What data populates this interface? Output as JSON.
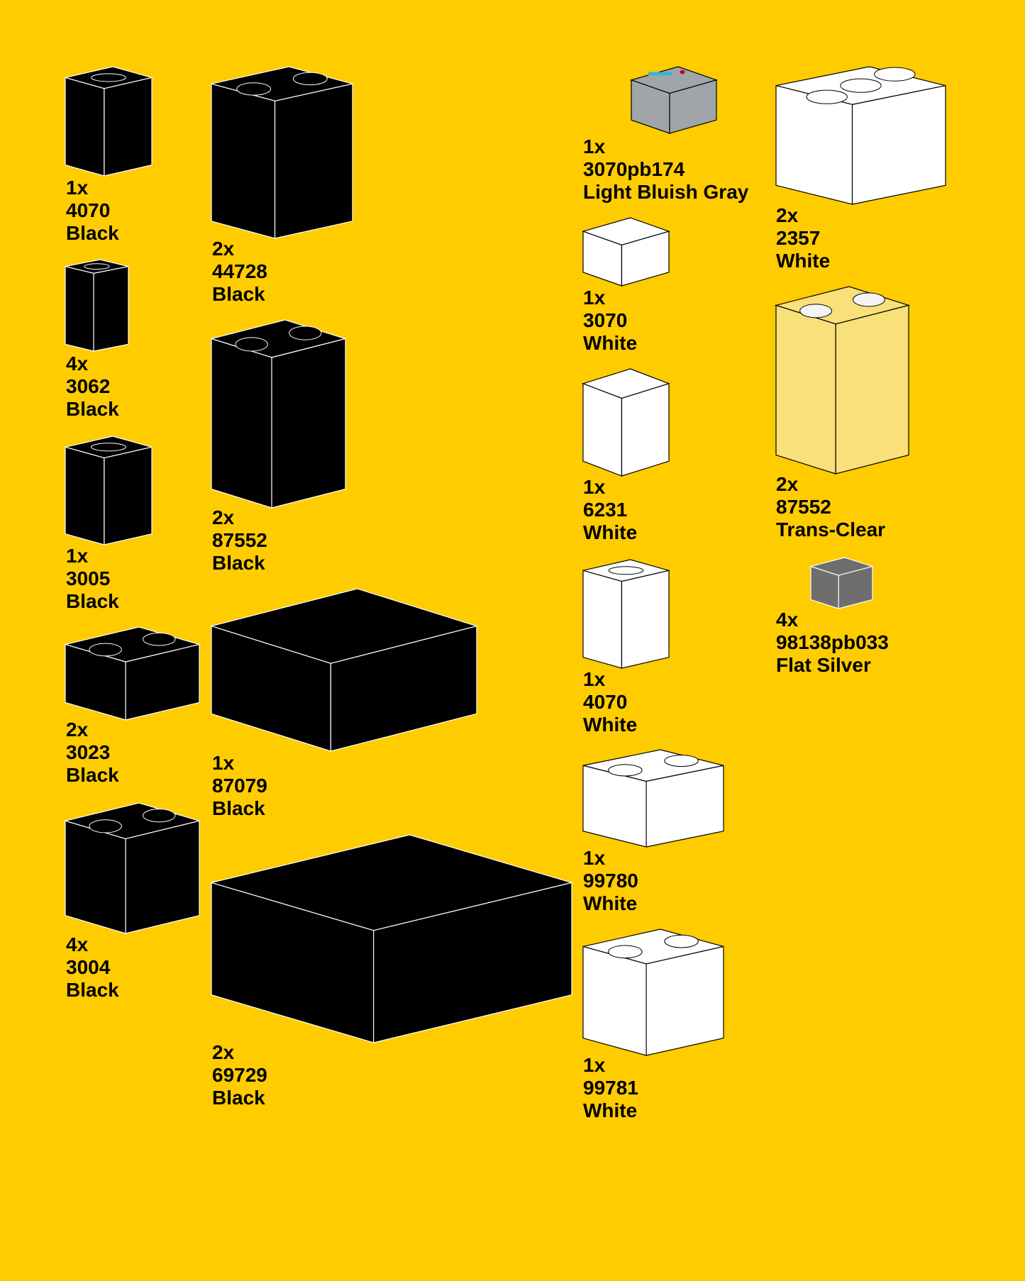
{
  "background_color": "#FFCC00",
  "parts": [
    {
      "qty": "1x",
      "id": "4070",
      "color": "Black",
      "fill": "#000000",
      "icon": "brick-1x1-headlight-icon"
    },
    {
      "qty": "4x",
      "id": "3062",
      "color": "Black",
      "fill": "#000000",
      "icon": "round-brick-icon"
    },
    {
      "qty": "1x",
      "id": "3005",
      "color": "Black",
      "fill": "#000000",
      "icon": "brick-1x1-icon"
    },
    {
      "qty": "2x",
      "id": "3023",
      "color": "Black",
      "fill": "#000000",
      "icon": "plate-1x2-icon"
    },
    {
      "qty": "4x",
      "id": "3004",
      "color": "Black",
      "fill": "#000000",
      "icon": "brick-1x2-icon"
    },
    {
      "qty": "2x",
      "id": "44728",
      "color": "Black",
      "fill": "#000000",
      "icon": "bracket-icon"
    },
    {
      "qty": "2x",
      "id": "87552",
      "color": "Black",
      "fill": "#000000",
      "icon": "panel-icon"
    },
    {
      "qty": "1x",
      "id": "87079",
      "color": "Black",
      "fill": "#000000",
      "icon": "tile-2x4-icon"
    },
    {
      "qty": "2x",
      "id": "69729",
      "color": "Black",
      "fill": "#000000",
      "icon": "tile-2x6-icon"
    },
    {
      "qty": "1x",
      "id": "3070pb174",
      "color": "Light Bluish Gray",
      "fill": "#A0A5A9",
      "icon": "calculator-tile-icon"
    },
    {
      "qty": "1x",
      "id": "3070",
      "color": "White",
      "fill": "#FFFFFF",
      "icon": "tile-1x1-icon"
    },
    {
      "qty": "1x",
      "id": "6231",
      "color": "White",
      "fill": "#FFFFFF",
      "icon": "panel-corner-icon"
    },
    {
      "qty": "1x",
      "id": "4070",
      "color": "White",
      "fill": "#FFFFFF",
      "icon": "brick-1x1-headlight-icon"
    },
    {
      "qty": "1x",
      "id": "99780",
      "color": "White",
      "fill": "#FFFFFF",
      "icon": "bracket-inverted-icon"
    },
    {
      "qty": "1x",
      "id": "99781",
      "color": "White",
      "fill": "#FFFFFF",
      "icon": "bracket-icon"
    },
    {
      "qty": "2x",
      "id": "2357",
      "color": "White",
      "fill": "#FFFFFF",
      "icon": "corner-brick-icon"
    },
    {
      "qty": "2x",
      "id": "87552",
      "color": "Trans-Clear",
      "fill": "#F4F4F4",
      "icon": "panel-icon"
    },
    {
      "qty": "4x",
      "id": "98138pb033",
      "color": "Flat Silver",
      "fill": "#6E6E6E",
      "icon": "round-tile-icon"
    }
  ]
}
